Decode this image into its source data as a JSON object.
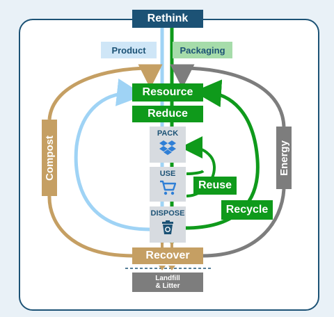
{
  "title": "Rethink",
  "tags": {
    "product": "Product",
    "packaging": "Packaging"
  },
  "stages": {
    "resource": "Resource",
    "reduce": "Reduce",
    "pack": "PACK",
    "use": "USE",
    "dispose": "DISPOSE",
    "reuse": "Reuse",
    "recycle": "Recycle",
    "recover": "Recover",
    "landfill_line1": "Landfill",
    "landfill_line2": "& Litter"
  },
  "loops": {
    "compost": "Compost",
    "energy": "Energy"
  },
  "colors": {
    "navy": "#1c5275",
    "green": "#0f9a1b",
    "light_blue": "#9fd3f5",
    "tan": "#c59f63",
    "gray": "#7d7d7d"
  },
  "icons": {
    "pack": "dropbox-icon",
    "use": "cart-icon",
    "dispose": "recycle-bin-icon"
  }
}
